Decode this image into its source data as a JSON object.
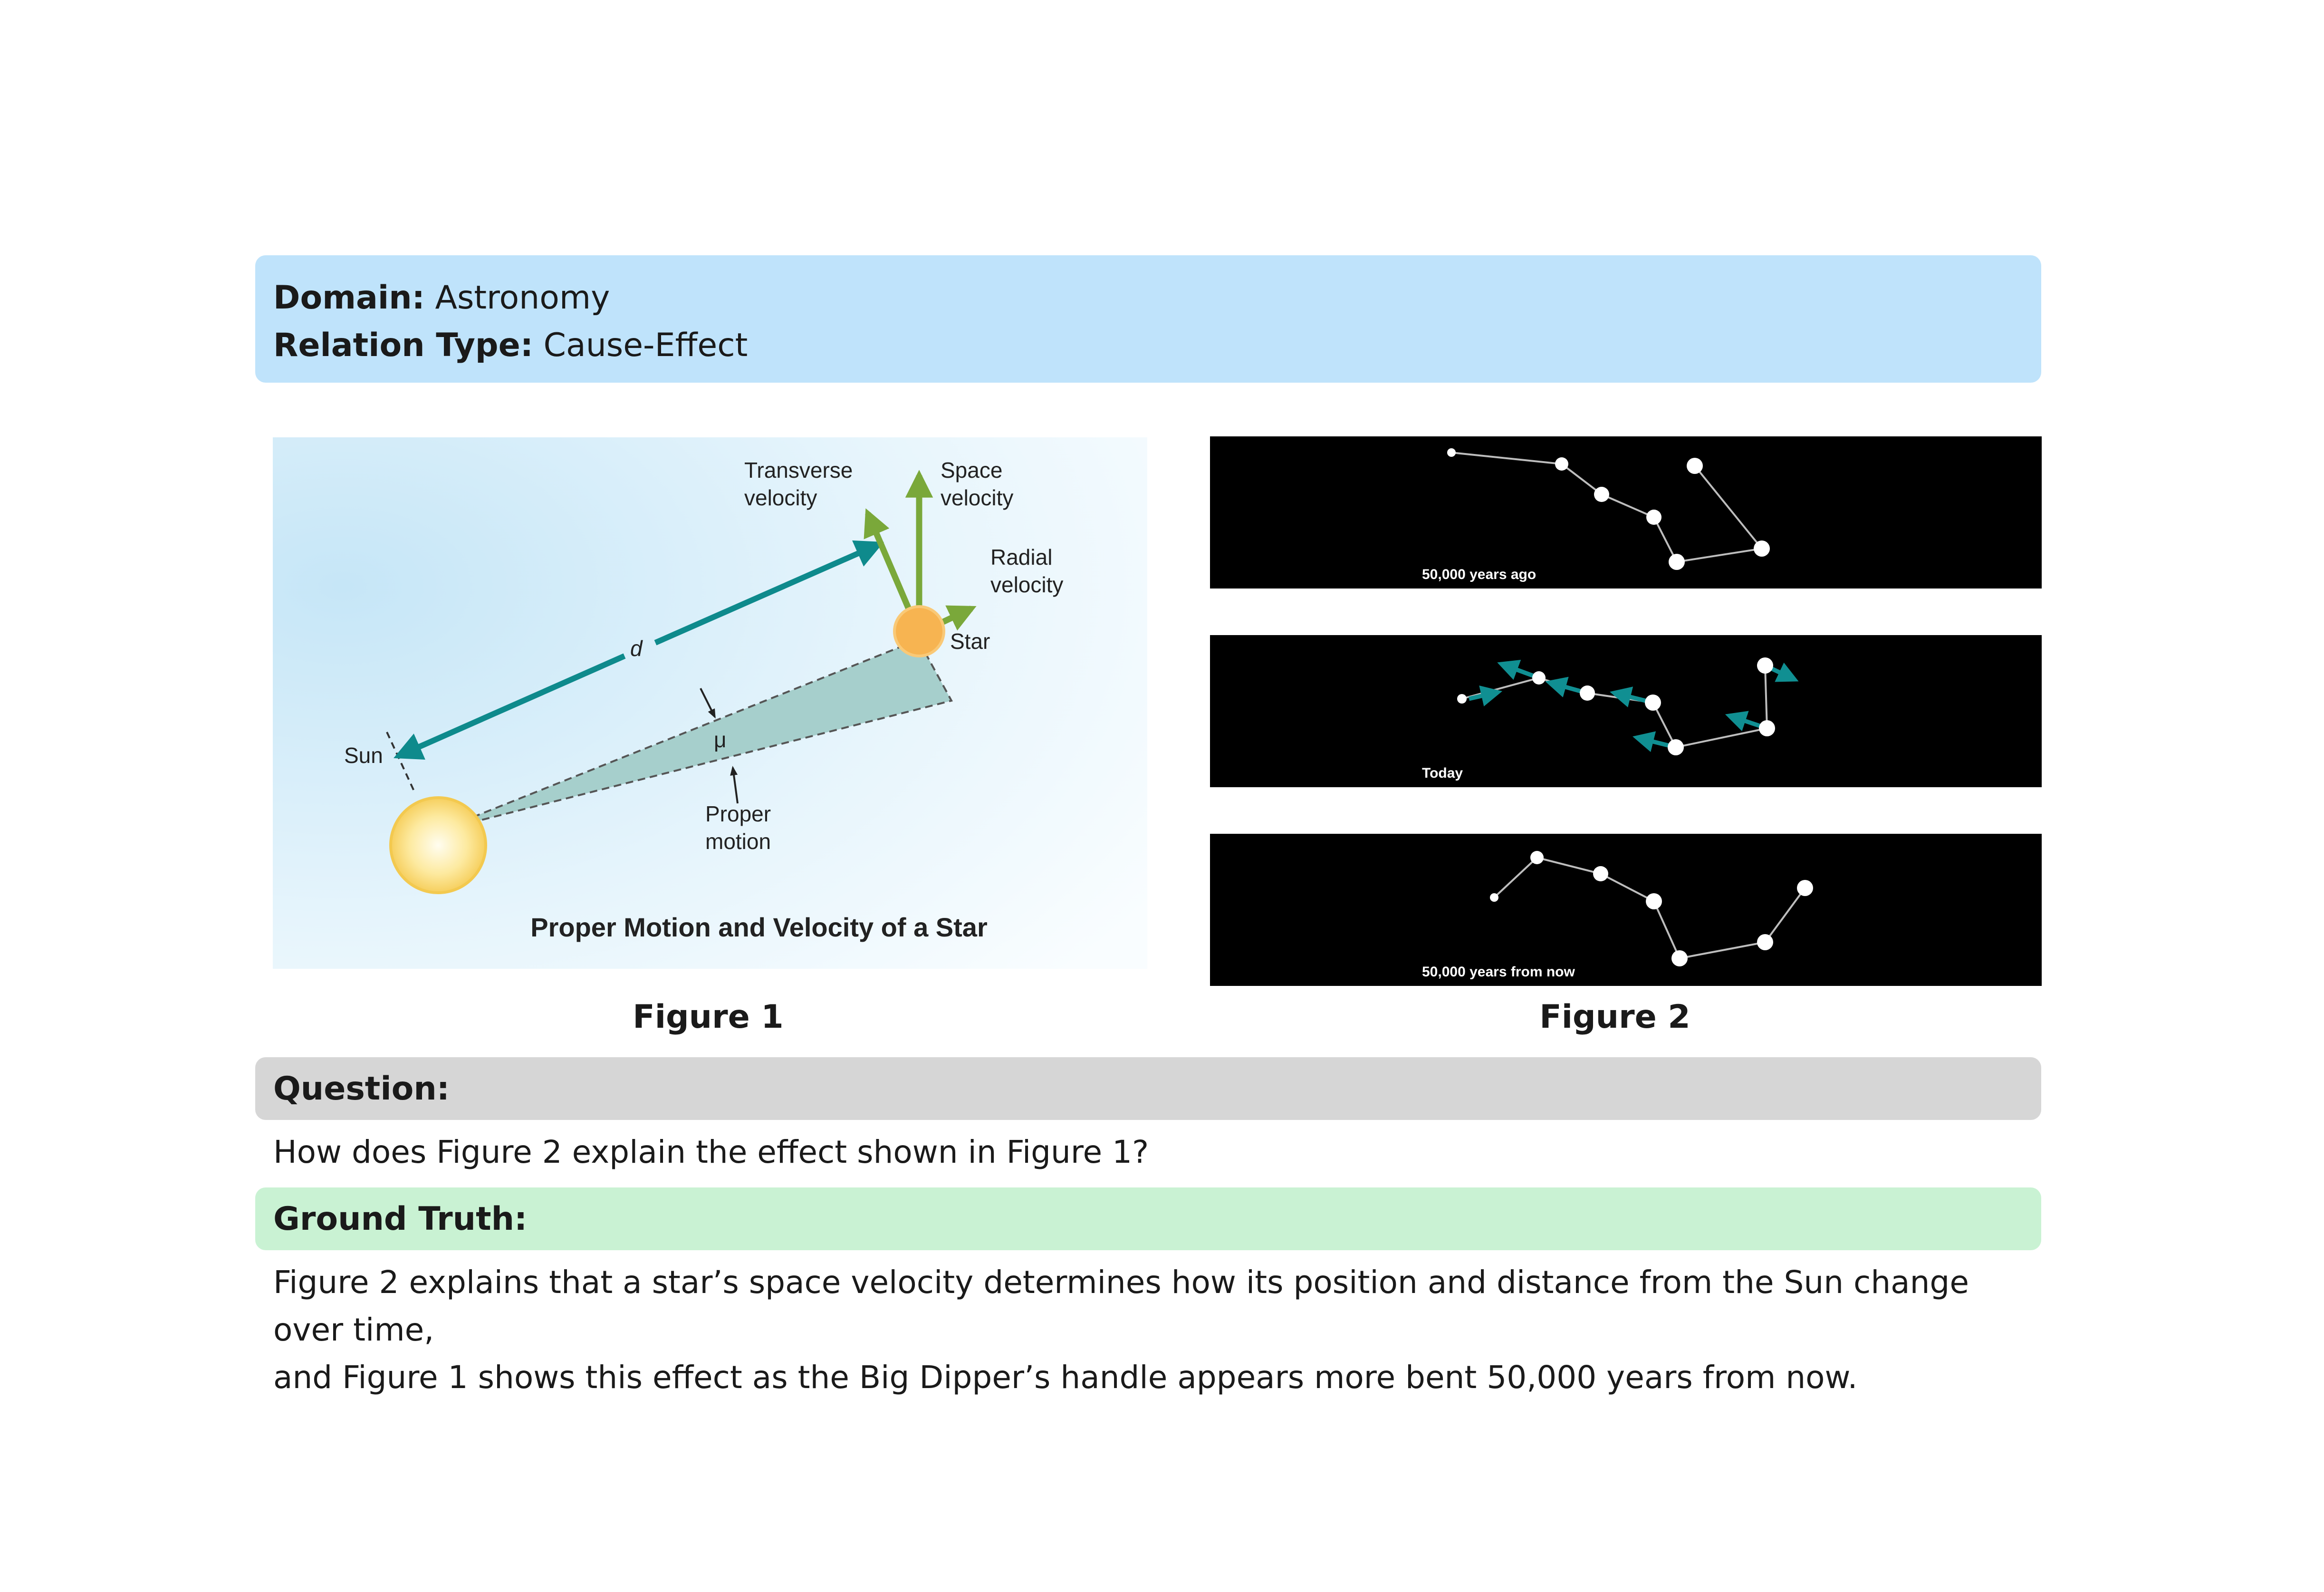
{
  "header": {
    "domain_label": "Domain:",
    "domain_value": "Astronomy",
    "relation_label": "Relation Type:",
    "relation_value": "Cause-Effect"
  },
  "figure1": {
    "caption": "Figure 1",
    "title": "Proper Motion and Velocity of a Star",
    "labels": {
      "transverse_1": "Transverse",
      "transverse_2": "velocity",
      "space_1": "Space",
      "space_2": "velocity",
      "radial_1": "Radial",
      "radial_2": "velocity",
      "star": "Star",
      "sun": "Sun",
      "d": "d",
      "mu": "μ",
      "proper_1": "Proper",
      "proper_2": "motion"
    },
    "colors": {
      "teal_arrow": "#0e8a8c",
      "green_arrow": "#7aa83a",
      "wedge": "#a6cfcc",
      "sun": "#fde79a",
      "star": "#f7b451"
    }
  },
  "figure2": {
    "caption": "Figure 2",
    "panels": [
      {
        "label": "50,000 years ago"
      },
      {
        "label": "Today"
      },
      {
        "label": "50,000 years from now"
      }
    ]
  },
  "question": {
    "label": "Question:",
    "text": "How does Figure 2 explain the effect shown in Figure 1?"
  },
  "ground_truth": {
    "label": "Ground Truth:",
    "line1": "Figure 2 explains that a star’s space velocity determines how its position and distance from the Sun change over time,",
    "line2": "and Figure 1 shows this effect as the Big Dipper’s handle appears more bent 50,000 years from now."
  }
}
